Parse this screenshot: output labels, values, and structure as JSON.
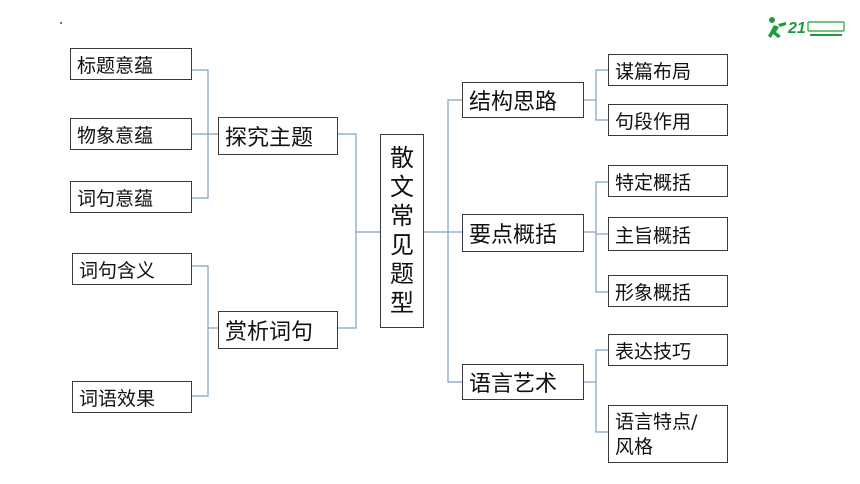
{
  "root": {
    "label": "散文常见题型",
    "chars": [
      "散",
      "文",
      "常",
      "见",
      "题",
      "型"
    ]
  },
  "left": {
    "nodes": [
      {
        "label": "探究主题",
        "children": [
          "标题意蕴",
          "物象意蕴",
          "词句意蕴"
        ]
      },
      {
        "label": "赏析词句",
        "children": [
          "词句含义",
          "词语效果"
        ]
      }
    ]
  },
  "right": {
    "nodes": [
      {
        "label": "结构思路",
        "children": [
          "谋篇布局",
          "句段作用"
        ]
      },
      {
        "label": "要点概括",
        "children": [
          "特定概括",
          "主旨概括",
          "形象概括"
        ]
      },
      {
        "label": "语言艺术",
        "children": [
          "表达技巧",
          "语言特点/风格"
        ]
      }
    ]
  },
  "colors": {
    "line": "#7f9fc6",
    "border": "#3a3a3a",
    "logo_green": "#1e9c3c"
  }
}
